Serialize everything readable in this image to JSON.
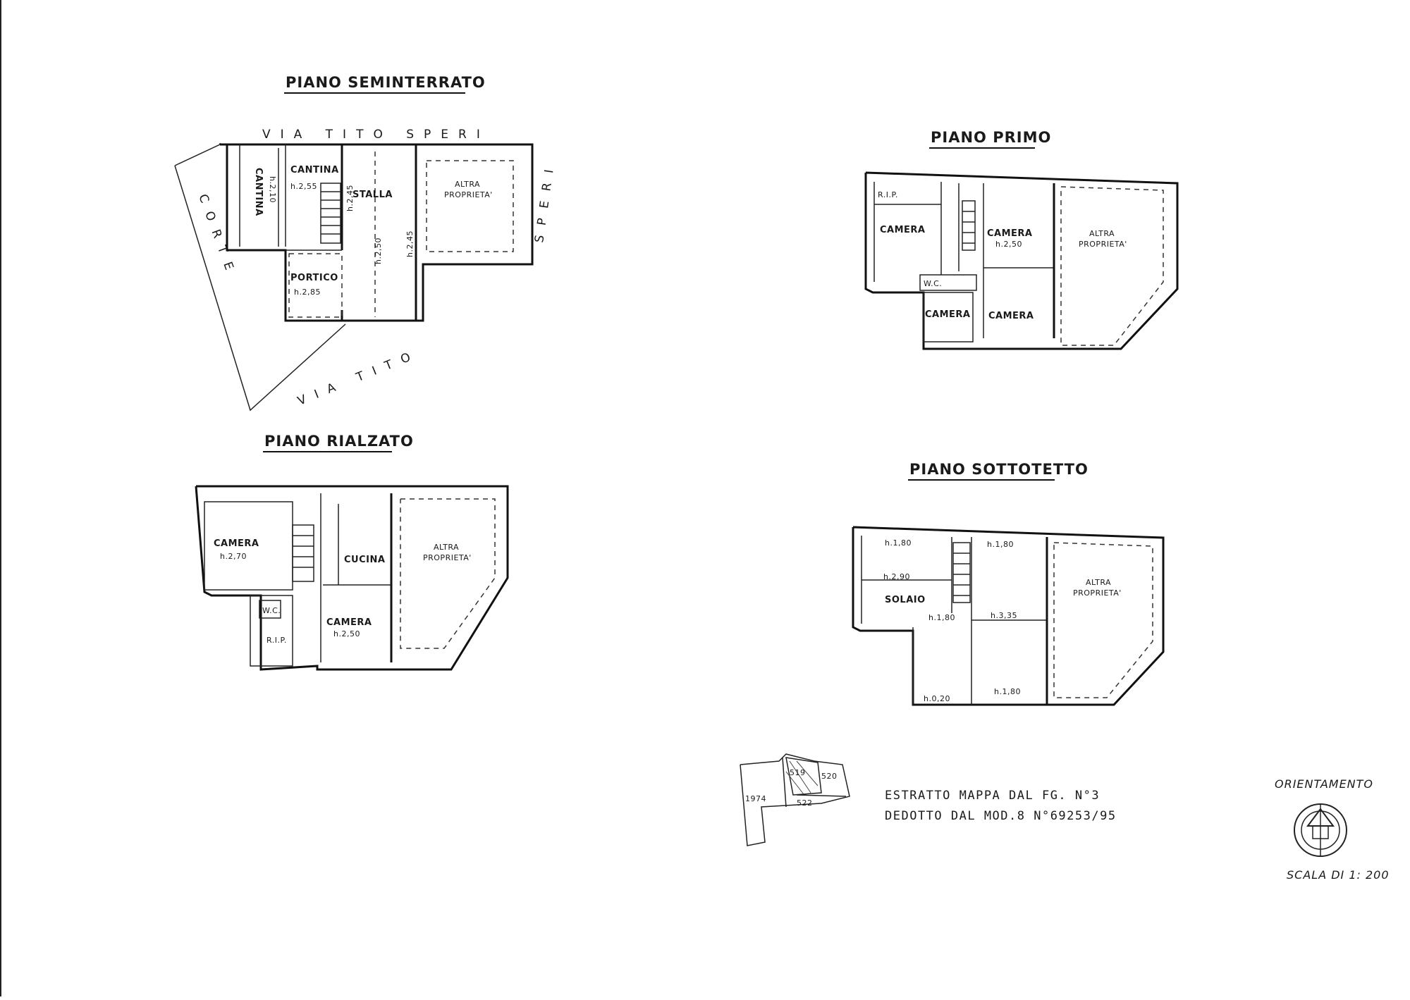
{
  "plans": {
    "seminterrato": {
      "title": "PIANO SEMINTERRATO",
      "street_top": "VIA TITO SPERI",
      "street_right": "SPERI",
      "street_bottom": "VIA TITO",
      "corte": "CORTE",
      "rooms": {
        "cantina1": "CANTINA",
        "cantina1_h": "h.2,10",
        "cantina2": "CANTINA",
        "cantina2_h": "h.2,55",
        "stalla": "STALLA",
        "stalla_h1": "h.2,45",
        "stalla_h2": "h.2,50",
        "stalla_h3": "h.2,45",
        "portico": "PORTICO",
        "portico_h": "h.2,85",
        "altra": "ALTRA",
        "proprieta": "PROPRIETA'"
      }
    },
    "primo": {
      "title": "PIANO PRIMO",
      "rooms": {
        "rip": "R.I.P.",
        "camera1": "CAMERA",
        "camera2": "CAMERA",
        "camera2_h": "h.2,50",
        "wc": "W.C.",
        "camera3": "CAMERA",
        "camera4": "CAMERA",
        "altra": "ALTRA",
        "proprieta": "PROPRIETA'"
      }
    },
    "rialzato": {
      "title": "PIANO RIALZATO",
      "rooms": {
        "camera1": "CAMERA",
        "camera1_h": "h.2,70",
        "cucina": "CUCINA",
        "wc": "W.C.",
        "rip": "R.I.P.",
        "camera2": "CAMERA",
        "camera2_h": "h.2,50",
        "altra": "ALTRA",
        "proprieta": "PROPRIETA'"
      }
    },
    "sottotetto": {
      "title": "PIANO SOTTOTETTO",
      "rooms": {
        "h1": "h.1,80",
        "h2": "h.1,80",
        "h290": "h.2,90",
        "solaio": "SOLAIO",
        "h3": "h.1,80",
        "h335": "h.3,35",
        "h020": "h.0,20",
        "h4": "h.1,80",
        "altra": "ALTRA",
        "proprieta": "PROPRIETA'"
      }
    }
  },
  "map_extract": {
    "parcels": [
      "519",
      "520",
      "1974",
      "522"
    ],
    "line1": "ESTRATTO MAPPA DAL FG. N°3",
    "line2": "DEDOTTO DAL MOD.8 N°69253/95"
  },
  "orientation": {
    "label": "ORIENTAMENTO",
    "scale": "SCALA DI 1: 200"
  }
}
